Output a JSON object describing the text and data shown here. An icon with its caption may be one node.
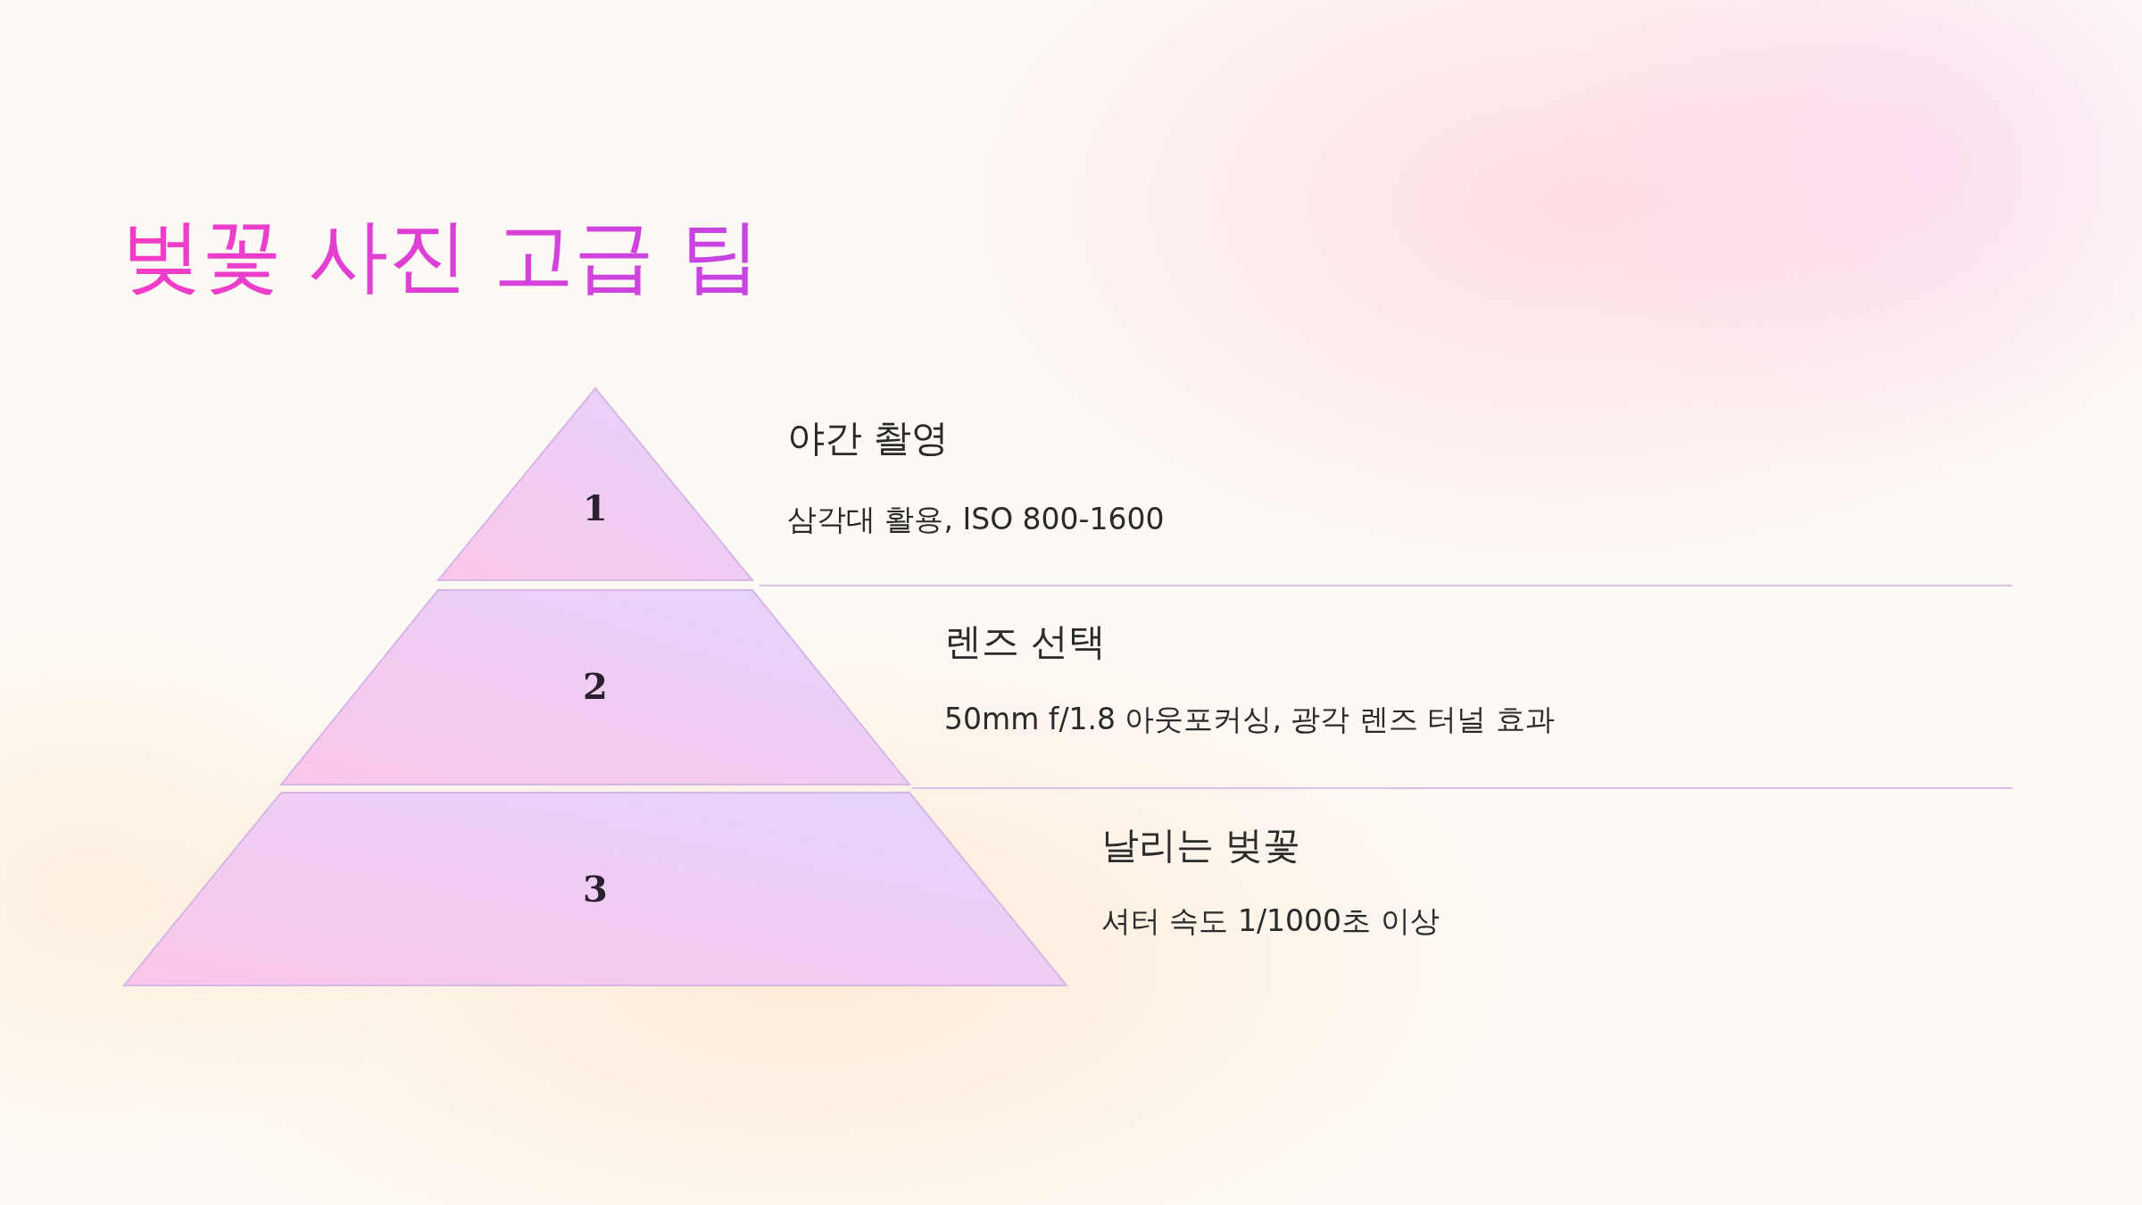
{
  "diagram": {
    "title": "벚꽃 사진 고급 팁",
    "nodes": [
      {
        "text": [
          "1"
        ],
        "beside": [
          "야간 촬영",
          "삼각대 활용, ISO 800-1600"
        ]
      },
      {
        "text": [
          "2"
        ],
        "beside": [
          "렌즈 선택",
          "50mm f/1.8 아웃포커싱, 광각 렌즈 터널 효과"
        ]
      },
      {
        "text": [
          "3"
        ],
        "beside": [
          "날리는 벚꽃",
          "셔터 속도 1/1000초 이상"
        ]
      }
    ]
  }
}
